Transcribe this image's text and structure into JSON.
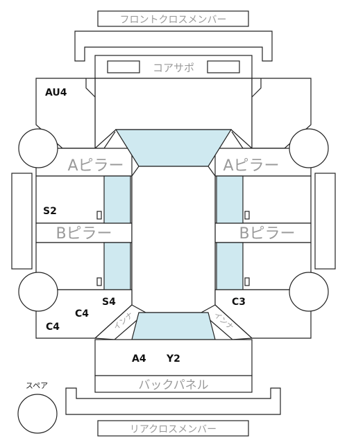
{
  "parts": {
    "front_cross_member": "フロントクロスメンバー",
    "core_support": "コアサポ",
    "a_pillar": "Aピラー",
    "b_pillar": "Bピラー",
    "back_panel": "バックパネル",
    "rear_cross_member": "リアクロスメンバー",
    "spare": "スペア",
    "inner": "インナ"
  },
  "codes": {
    "front_left_apron": "AU4",
    "left_sill": "S2",
    "left_rear_quarter": "S4",
    "rear_left_inner": "C4",
    "rear_left_outer": "C4",
    "right_rear_quarter": "C3",
    "trunk_floor_left": "A4",
    "trunk_floor_right": "Y2"
  },
  "colors": {
    "glass": "#cfe9f0",
    "line": "#222222",
    "part_label": "#9a9a9a"
  }
}
